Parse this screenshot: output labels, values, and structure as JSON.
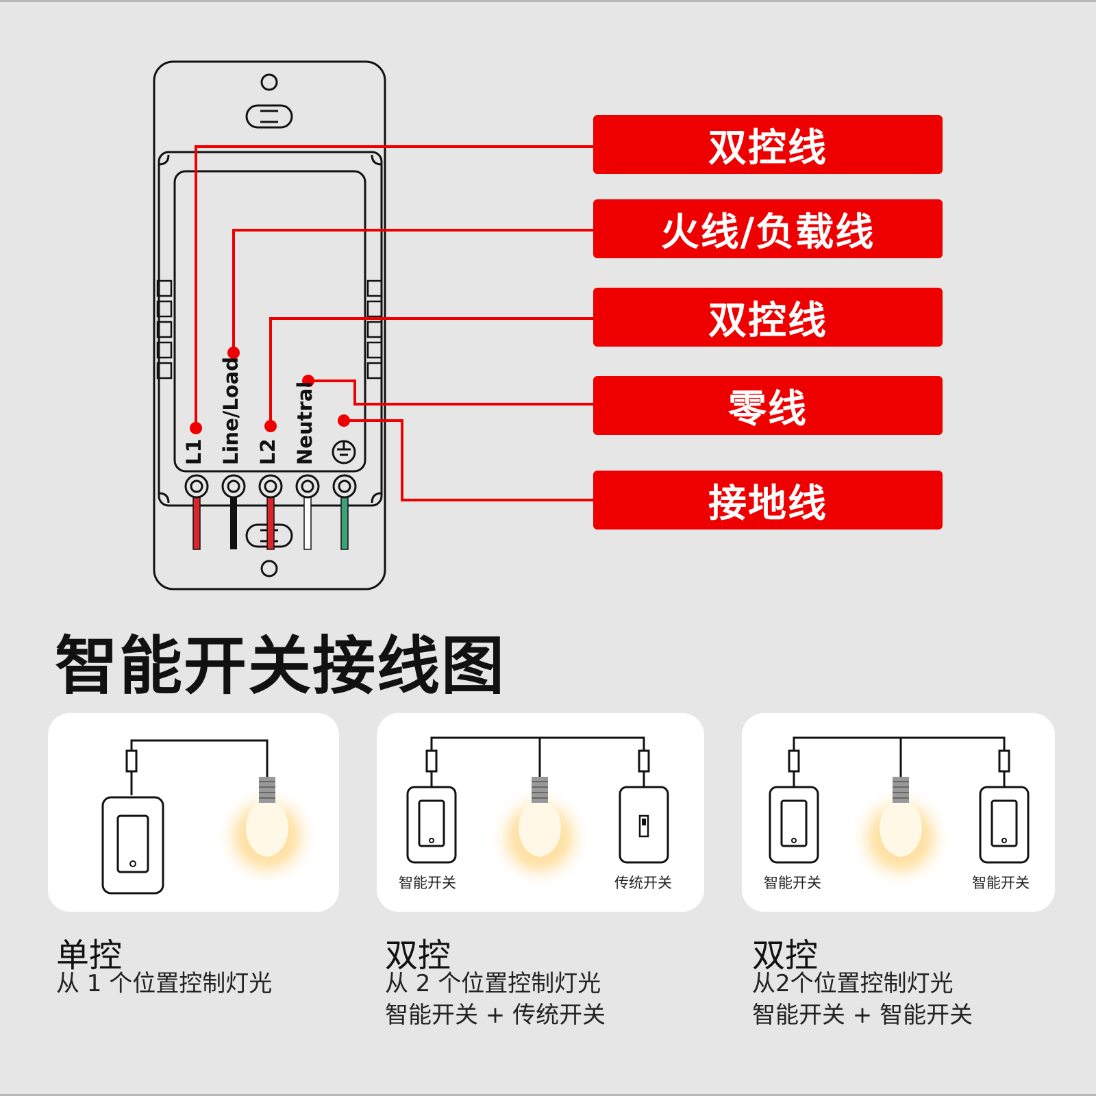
{
  "callouts": [
    "双控线",
    "火线/负载线",
    "双控线",
    "零线",
    "接地线"
  ],
  "terminals": [
    "L1",
    "Line/Load",
    "L2",
    "Neutral"
  ],
  "ground_symbol": "ground-icon",
  "title": "智能开关接线图",
  "cards": [
    {
      "mode": "单控",
      "desc1": "从 1 个位置控制灯光",
      "desc2": "",
      "left_label": "",
      "right_label": ""
    },
    {
      "mode": "双控",
      "desc1": "从 2 个位置控制灯光",
      "desc2": "智能开关 + 传统开关",
      "left_label": "智能开关",
      "right_label": "传统开关"
    },
    {
      "mode": "双控",
      "desc1": "从2个位置控制灯光",
      "desc2": "智能开关 + 智能开关",
      "left_label": "智能开关",
      "right_label": "智能开关"
    }
  ],
  "colors": {
    "accent": "#ee0000",
    "wire_red": "#e0262b",
    "wire_black": "#111111",
    "wire_white": "#ffffff",
    "wire_green": "#3aa37a",
    "background": "#e6e6e6"
  }
}
